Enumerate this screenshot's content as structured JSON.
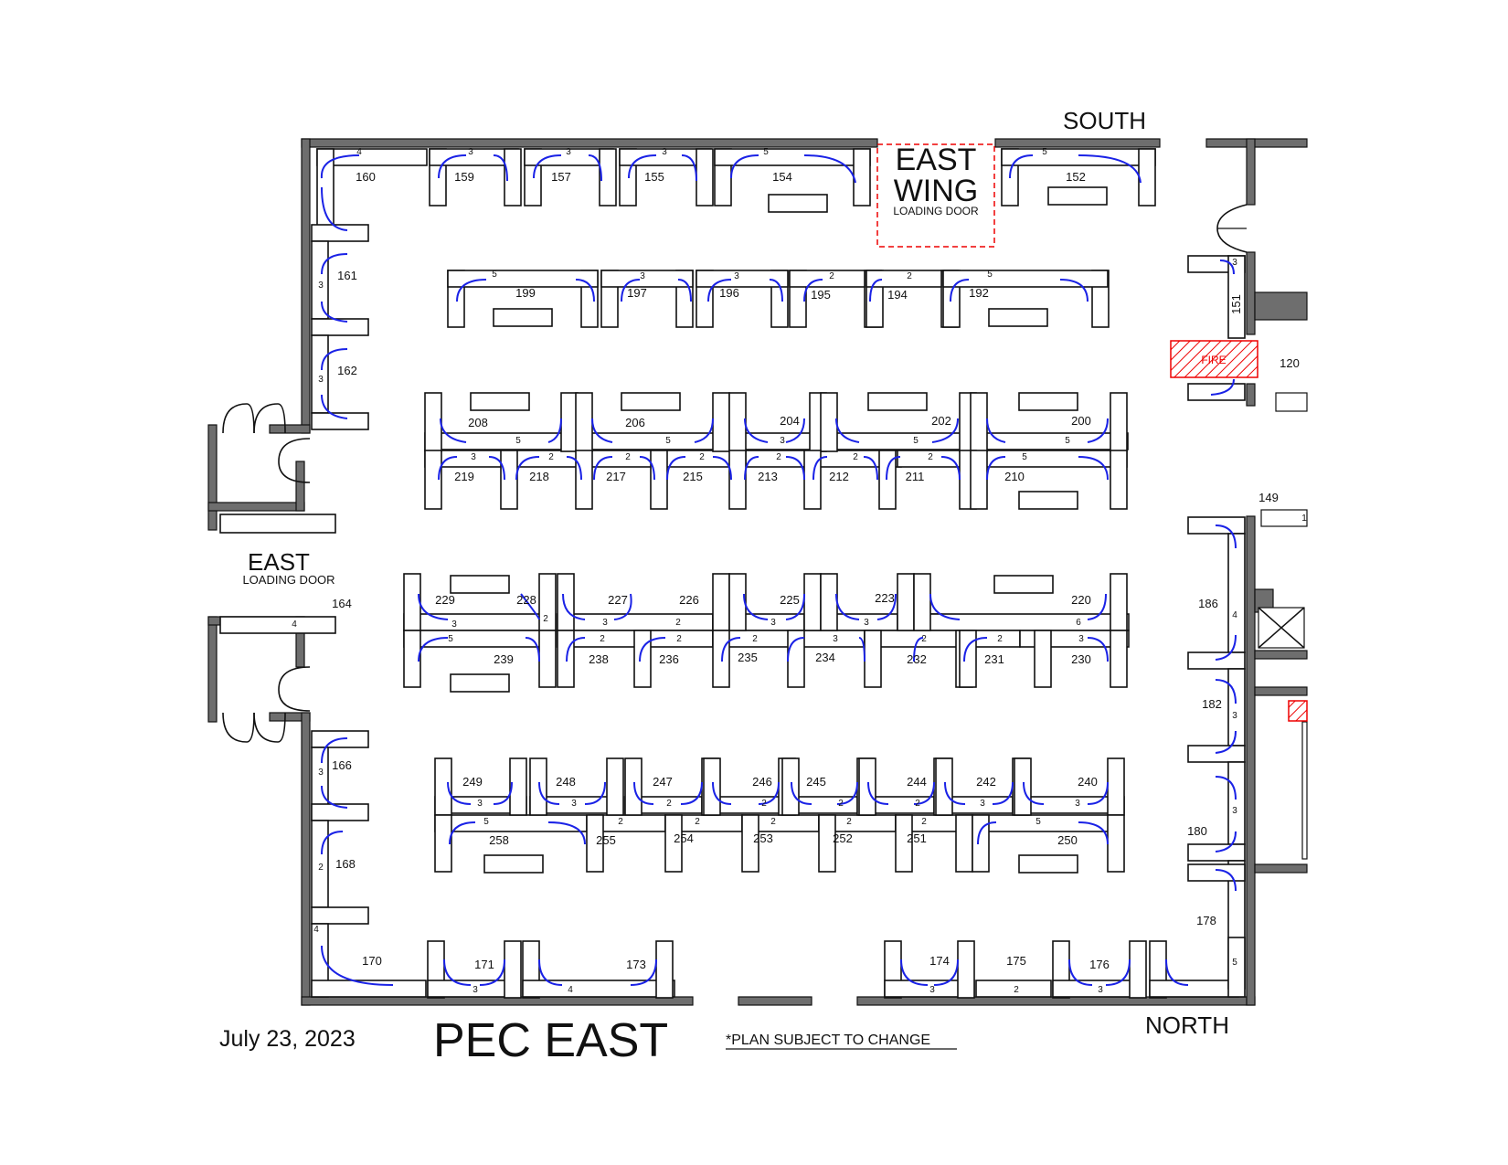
{
  "labels": {
    "south": "SOUTH",
    "north": "NORTH",
    "east_wing_line1": "EAST",
    "east_wing_line2": "WING",
    "east_wing_sub": "LOADING DOOR",
    "east_door": "EAST",
    "east_door_sub": "LOADING DOOR",
    "fire": "FIRE",
    "date": "July 23, 2023",
    "title": "PEC EAST",
    "disclaimer": "*PLAN SUBJECT TO CHANGE"
  },
  "booths": [
    {
      "id": "160",
      "seats": "4"
    },
    {
      "id": "159",
      "seats": "3"
    },
    {
      "id": "157",
      "seats": "3"
    },
    {
      "id": "155",
      "seats": "3"
    },
    {
      "id": "154",
      "seats": "5"
    },
    {
      "id": "152",
      "seats": "5"
    },
    {
      "id": "161",
      "seats": "3"
    },
    {
      "id": "162",
      "seats": "3"
    },
    {
      "id": "164",
      "seats": "4"
    },
    {
      "id": "166",
      "seats": "3"
    },
    {
      "id": "168",
      "seats": "2"
    },
    {
      "id": "170",
      "seats": "4"
    },
    {
      "id": "171",
      "seats": "3"
    },
    {
      "id": "173",
      "seats": "4"
    },
    {
      "id": "174",
      "seats": "3"
    },
    {
      "id": "175",
      "seats": "2"
    },
    {
      "id": "176",
      "seats": "3"
    },
    {
      "id": "178",
      "seats": "5"
    },
    {
      "id": "180",
      "seats": "3"
    },
    {
      "id": "182",
      "seats": "3"
    },
    {
      "id": "186",
      "seats": "4"
    },
    {
      "id": "151",
      "seats": "3"
    },
    {
      "id": "149",
      "seats": "1"
    },
    {
      "id": "120",
      "seats": ""
    },
    {
      "id": "199",
      "seats": "5"
    },
    {
      "id": "197",
      "seats": "3"
    },
    {
      "id": "196",
      "seats": "3"
    },
    {
      "id": "195",
      "seats": "2"
    },
    {
      "id": "194",
      "seats": "2"
    },
    {
      "id": "192",
      "seats": "5"
    },
    {
      "id": "208",
      "seats": "5"
    },
    {
      "id": "206",
      "seats": "5"
    },
    {
      "id": "204",
      "seats": "3"
    },
    {
      "id": "202",
      "seats": "5"
    },
    {
      "id": "200",
      "seats": "5"
    },
    {
      "id": "219",
      "seats": "3"
    },
    {
      "id": "218",
      "seats": "2"
    },
    {
      "id": "217",
      "seats": "2"
    },
    {
      "id": "215",
      "seats": "2"
    },
    {
      "id": "213",
      "seats": "2"
    },
    {
      "id": "212",
      "seats": "2"
    },
    {
      "id": "211",
      "seats": "2"
    },
    {
      "id": "210",
      "seats": "5"
    },
    {
      "id": "229",
      "seats": "3"
    },
    {
      "id": "228",
      "seats": "2"
    },
    {
      "id": "227",
      "seats": "3"
    },
    {
      "id": "226",
      "seats": "2"
    },
    {
      "id": "225",
      "seats": "3"
    },
    {
      "id": "223",
      "seats": "3"
    },
    {
      "id": "220",
      "seats": "6"
    },
    {
      "id": "239",
      "seats": "5"
    },
    {
      "id": "238",
      "seats": "2"
    },
    {
      "id": "236",
      "seats": "2"
    },
    {
      "id": "235",
      "seats": "2"
    },
    {
      "id": "234",
      "seats": "3"
    },
    {
      "id": "232",
      "seats": "2"
    },
    {
      "id": "231",
      "seats": "2"
    },
    {
      "id": "230",
      "seats": "3"
    },
    {
      "id": "249",
      "seats": "3"
    },
    {
      "id": "248",
      "seats": "3"
    },
    {
      "id": "247",
      "seats": "2"
    },
    {
      "id": "246",
      "seats": "2"
    },
    {
      "id": "245",
      "seats": "2"
    },
    {
      "id": "244",
      "seats": "2"
    },
    {
      "id": "242",
      "seats": "3"
    },
    {
      "id": "240",
      "seats": "3"
    },
    {
      "id": "258",
      "seats": "5"
    },
    {
      "id": "255",
      "seats": "2"
    },
    {
      "id": "254",
      "seats": "2"
    },
    {
      "id": "253",
      "seats": "2"
    },
    {
      "id": "252",
      "seats": "2"
    },
    {
      "id": "251",
      "seats": "2"
    },
    {
      "id": "250",
      "seats": "5"
    }
  ]
}
